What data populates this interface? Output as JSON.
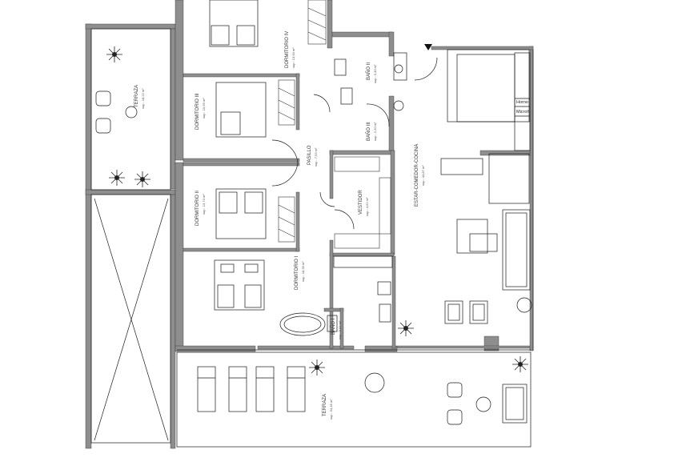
{
  "rooms": {
    "dormitorio_iv": {
      "name": "DORMITORIO IV",
      "area": "sup.: 13,90 m²"
    },
    "dormitorio_iii": {
      "name": "DORMITORIO III",
      "area": "sup.: 10,69 m²"
    },
    "dormitorio_ii": {
      "name": "DORMITORIO II",
      "area": "sup.: 13,74 m²"
    },
    "dormitorio_i": {
      "name": "DORMITORIO I",
      "area": "sup.: 18,36 m²"
    },
    "bano_ii": {
      "name": "BAÑO II",
      "area": "sup.: 5,30 m²"
    },
    "bano_iii": {
      "name": "BAÑO III",
      "area": "sup.: 2,20 m²"
    },
    "bano_i": {
      "name": "BAÑO I",
      "area": "sup.: 5,84 m²"
    },
    "pasillo": {
      "name": "PASILLO",
      "area": "sup.: 7,53 m²"
    },
    "vestidor": {
      "name": "VESTIDOR",
      "area": "sup.: 4,52 m²"
    },
    "estar": {
      "name": "ESTAR-COMEDOR-COCINA",
      "area": "sup.: 44,87 m²"
    },
    "terraza_left": {
      "name": "TERRAZA",
      "area": "sup.: 18,22 m²"
    },
    "terraza_bottom": {
      "name": "TERRAZA",
      "area": "sup.: 54,45 m²"
    }
  },
  "appliances": {
    "horno": "Horno",
    "microondas": "Microh."
  },
  "colors": {
    "wall": "#8e8e8e",
    "line": "#1a1a1a",
    "paper": "#ffffff"
  }
}
